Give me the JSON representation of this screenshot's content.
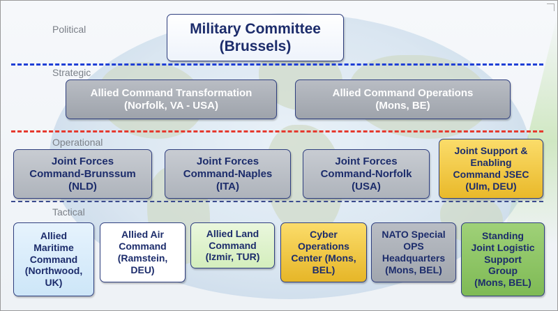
{
  "bands": {
    "political": "Political",
    "strategic": "Strategic",
    "operational": "Operational",
    "tactical": "Tactical"
  },
  "political": {
    "military_committee": "Military Committee\n(Brussels)"
  },
  "strategic": {
    "act": "Allied Command Transformation\n(Norfolk, VA - USA)",
    "aco": "Allied Command Operations\n(Mons, BE)"
  },
  "operational": {
    "jfc_brunssum": "Joint Forces\nCommand-Brunssum\n(NLD)",
    "jfc_naples": "Joint Forces\nCommand-Naples\n(ITA)",
    "jfc_norfolk": "Joint Forces\nCommand-Norfolk\n(USA)",
    "jsec": "Joint Support &\nEnabling\nCommand JSEC\n(Ulm, DEU)"
  },
  "tactical": {
    "maritime": "Allied\nMaritime\nCommand\n(Northwood,\nUK)",
    "air": "Allied Air\nCommand\n(Ramstein,\nDEU)",
    "land": "Allied Land\nCommand\n(Izmir, TUR)",
    "cyber": "Cyber\nOperations\nCenter (Mons,\nBEL)",
    "sof": "NATO Special\nOPS\nHeadquarters\n(Mons, BEL)",
    "logistic": "Standing\nJoint Logistic\nSupport\nGroup\n(Mons, BEL)"
  },
  "colors": {
    "strategic_divider": "#1f3fd6",
    "operational_divider": "#e53a2f",
    "tactical_divider": "#3b4b8f",
    "text_navy": "#1c2c6b"
  }
}
